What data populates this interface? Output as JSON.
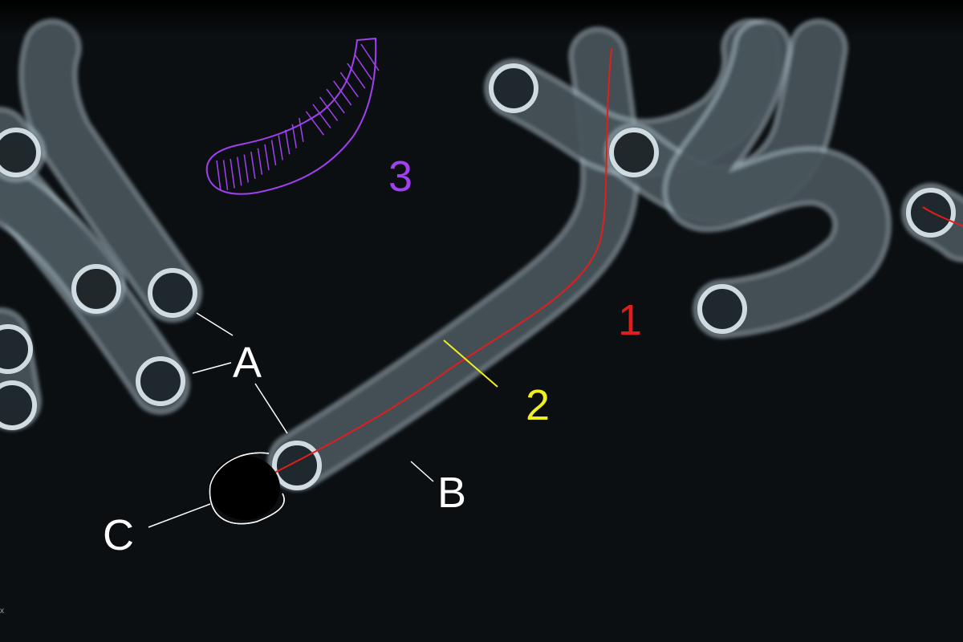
{
  "labels": {
    "a": "A",
    "b": "B",
    "c": "C",
    "one": "1",
    "two": "2",
    "three": "3",
    "corner_mark": "x"
  },
  "colors": {
    "background": "#0b0f12",
    "body_glow": "#b8c8cf",
    "annotation_white": "#ffffff",
    "midline_red": "#e01e1e",
    "width_yellow": "#eeee22",
    "mesh_purple": "#a040f0"
  }
}
